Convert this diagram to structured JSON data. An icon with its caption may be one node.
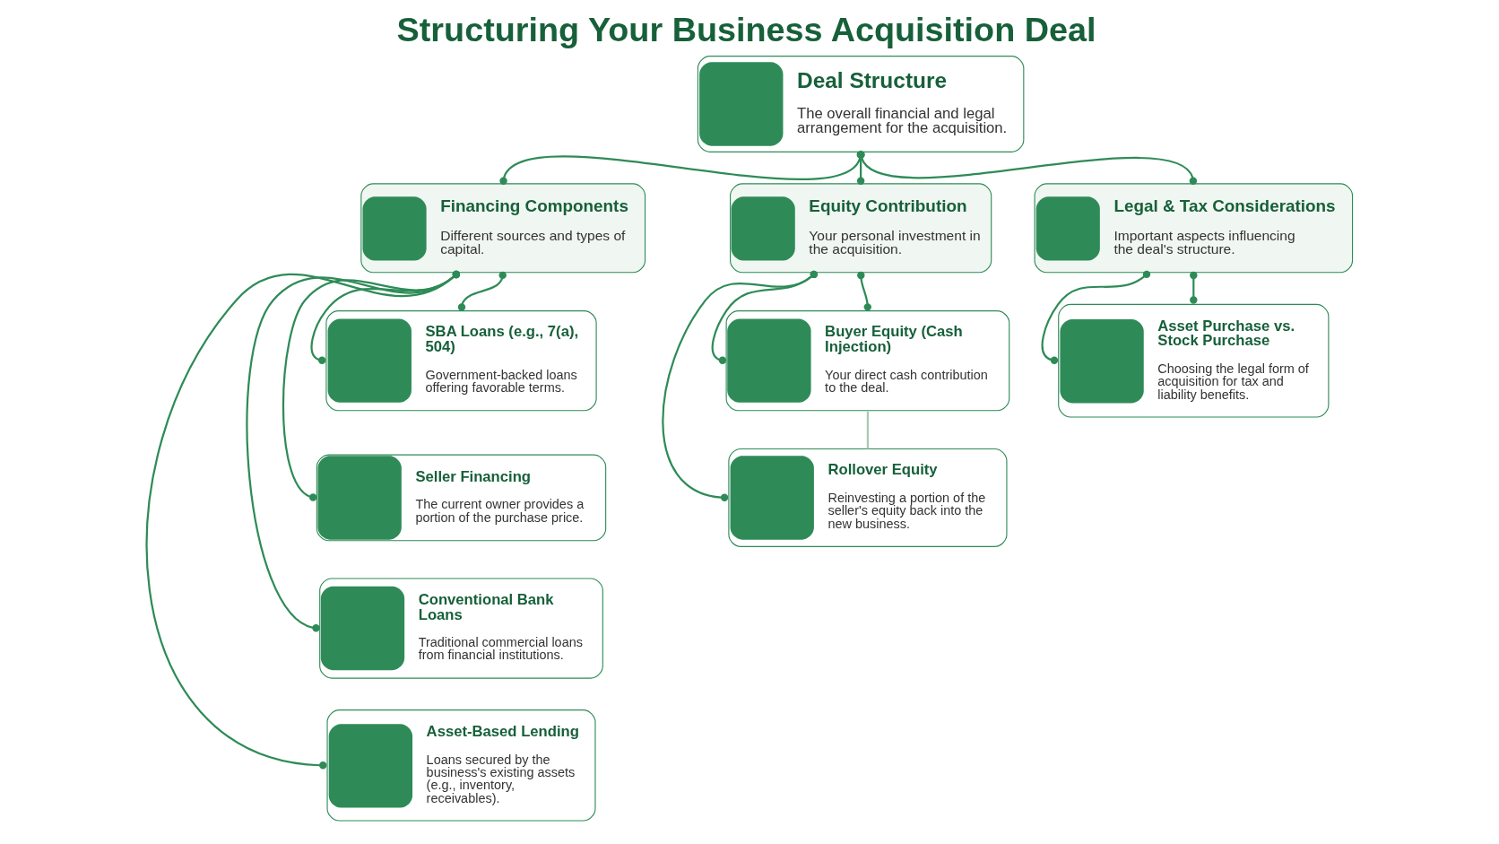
{
  "diagram": {
    "title": "Structuring Your Business Acquisition Deal",
    "nodes": [
      {
        "text": [
          "Deal Structure",
          "The overall financial and legal arrangement for the acquisition."
        ]
      },
      {
        "text": [
          "Financing Components",
          "Different sources and types of capital."
        ]
      },
      {
        "text": [
          "Equity Contribution",
          "Your personal investment in the acquisition."
        ]
      },
      {
        "text": [
          "Legal & Tax Considerations",
          "Important aspects influencing the deal's structure."
        ]
      },
      {
        "text": [
          "SBA Loans (e.g., 7(a), 504)",
          "Government-backed loans offering favorable terms."
        ]
      },
      {
        "text": [
          "Seller Financing",
          "The current owner provides a portion of the purchase price."
        ]
      },
      {
        "text": [
          "Conventional Bank Loans",
          "Traditional commercial loans from financial institutions."
        ]
      },
      {
        "text": [
          "Asset-Based Lending",
          "Loans secured by the business's existing assets (e.g., inventory, receivables)."
        ]
      },
      {
        "text": [
          "Buyer Equity (Cash Injection)",
          "Your direct cash contribution to the deal."
        ]
      },
      {
        "text": [
          "Rollover Equity",
          "Reinvesting a portion of the seller's equity back into the new business."
        ]
      },
      {
        "text": [
          "Asset Purchase vs. Stock Purchase",
          "Choosing the legal form of acquisition for tax and liability benefits."
        ]
      }
    ],
    "edges": [
      {
        "from": 0,
        "to": 1,
        "arrow": "other"
      },
      {
        "from": 0,
        "to": 2,
        "arrow": "other"
      },
      {
        "from": 0,
        "to": 3,
        "arrow": "other"
      },
      {
        "from": 1,
        "to": 4,
        "arrow": "other"
      },
      {
        "from": 1,
        "to": 4,
        "arrow": "other"
      },
      {
        "from": 1,
        "to": 5,
        "arrow": "other"
      },
      {
        "from": 1,
        "to": 6,
        "arrow": "other"
      },
      {
        "from": 1,
        "to": 7,
        "arrow": "other"
      },
      {
        "from": 2,
        "to": 8,
        "arrow": "other"
      },
      {
        "from": 2,
        "to": 8,
        "arrow": "other"
      },
      {
        "from": 2,
        "to": 9,
        "arrow": "other"
      },
      {
        "from": 8,
        "to": 9,
        "arrow": "none",
        "color": "#a9c9b4"
      },
      {
        "from": 3,
        "to": 10,
        "arrow": "other"
      },
      {
        "from": 3,
        "to": 10,
        "arrow": "other"
      }
    ]
  }
}
